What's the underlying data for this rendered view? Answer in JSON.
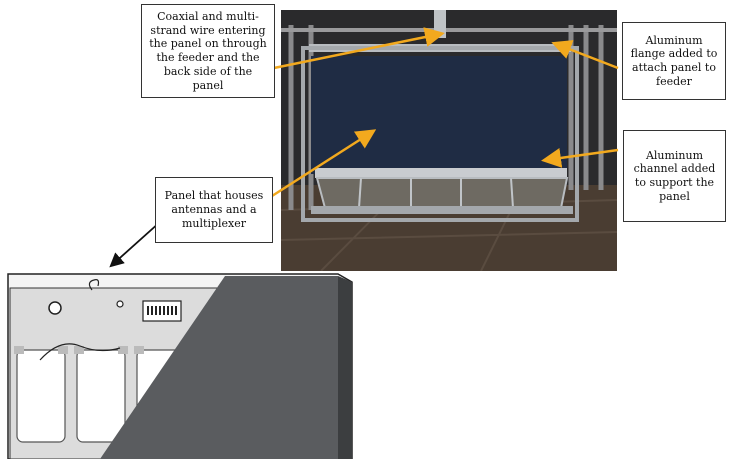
{
  "callouts": {
    "coax": "Coaxial and multi-\nstrand wire entering\nthe panel on through\nthe feeder and the\nback side of the panel",
    "flange": "Aluminum\nflange added to\nattach panel to\nfeeder",
    "channel": "Aluminum\nchannel added\nto support the\npanel",
    "panel": "Panel that houses\nantennas and a\nmultiplexer"
  },
  "colors": {
    "arrow_orange": "#f2a91e",
    "panel_dark": "#1f2c44",
    "wedge_gray": "#5a5c5f"
  }
}
